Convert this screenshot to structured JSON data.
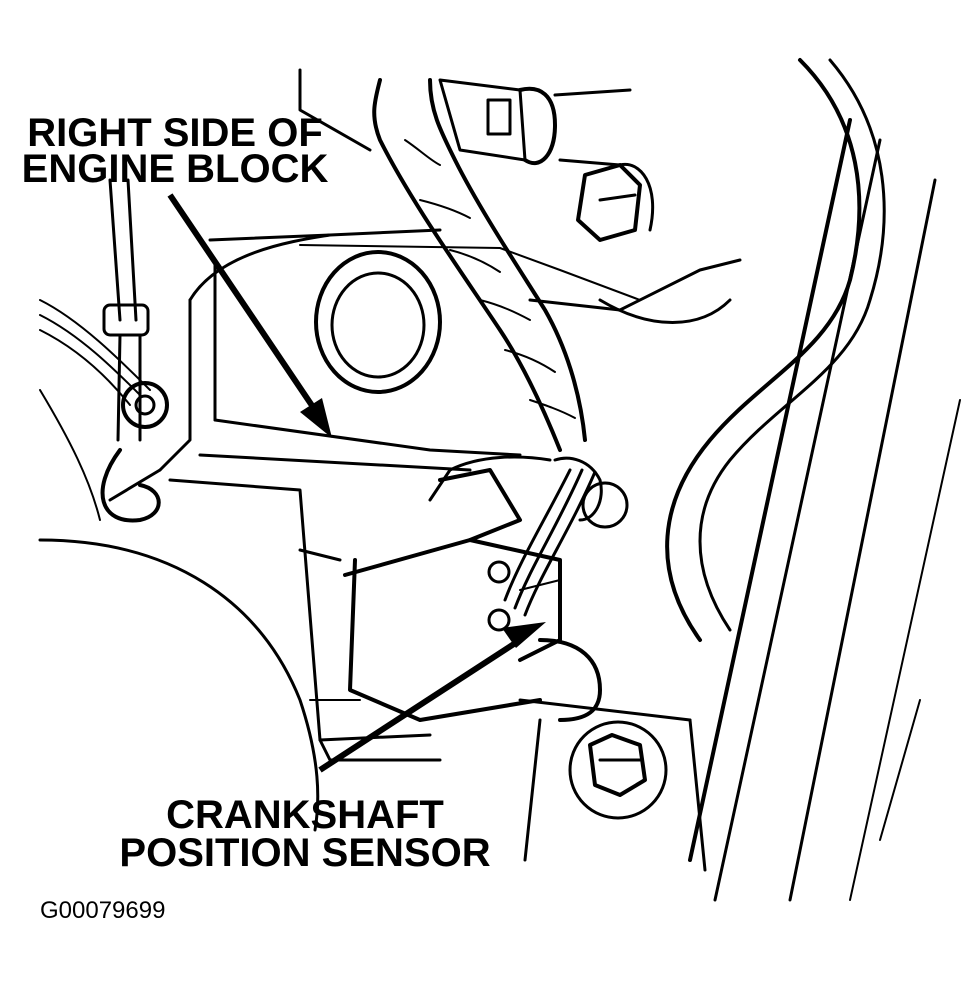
{
  "labels": {
    "engine_block_line1": "RIGHT SIDE OF",
    "engine_block_line2": "ENGINE BLOCK",
    "sensor_line1": "CRANKSHAFT",
    "sensor_line2": "POSITION SENSOR"
  },
  "figure_code": "G00079699",
  "colors": {
    "ink": "#000000",
    "paper": "#ffffff"
  }
}
